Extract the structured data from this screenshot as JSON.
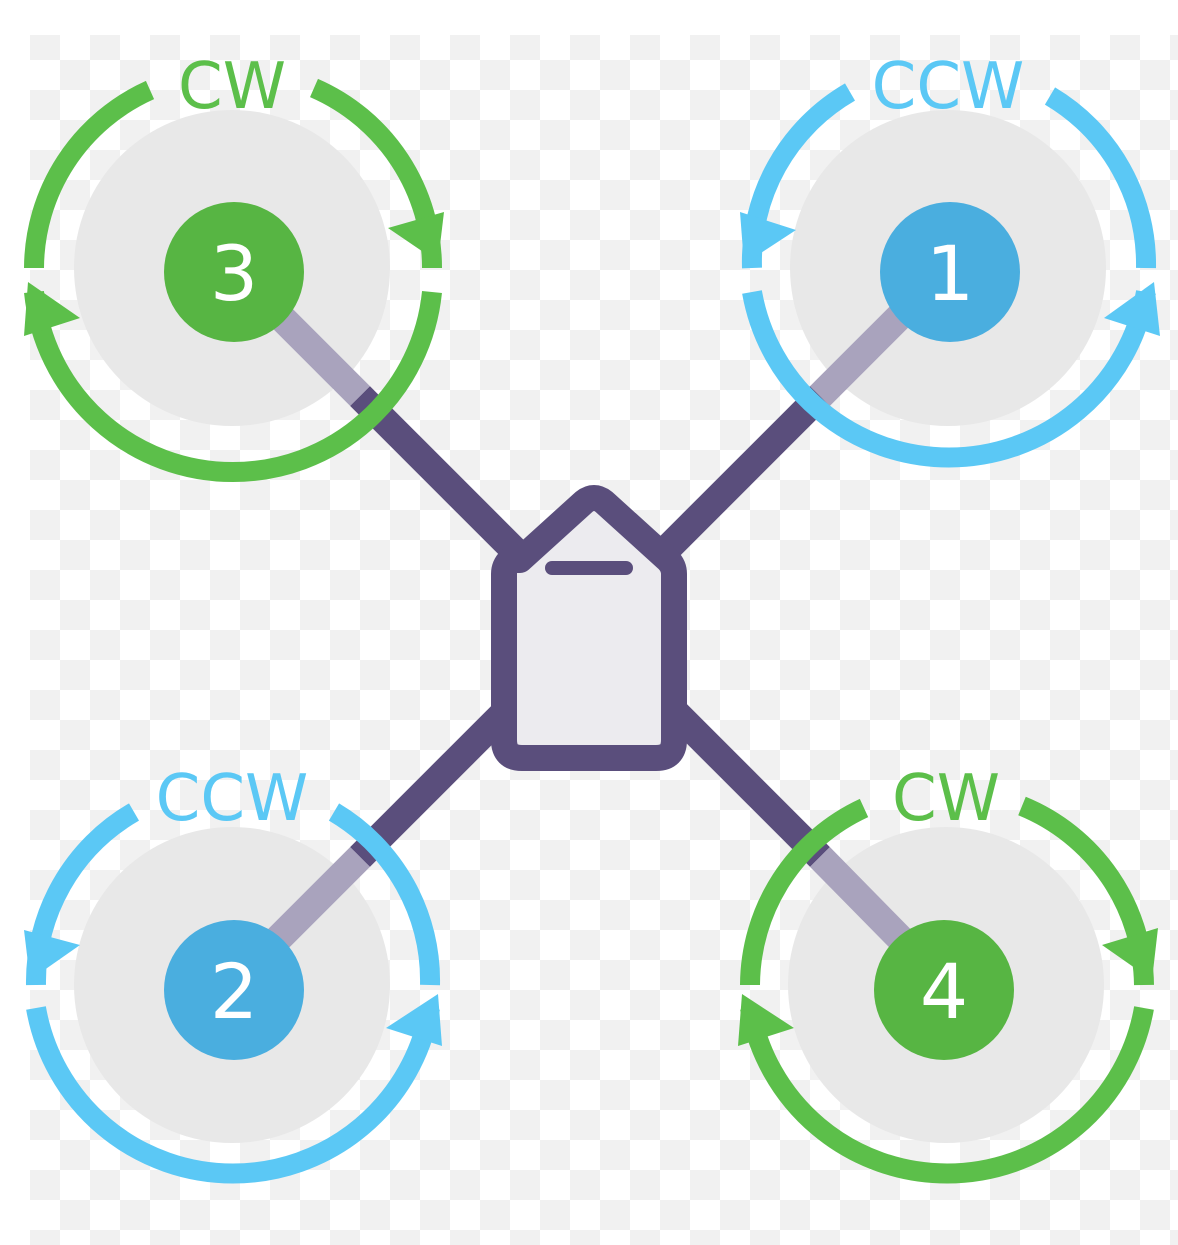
{
  "colors": {
    "background": "#ffffff",
    "checker": "#f1f1f1",
    "frame": "#5a4e7c",
    "arm_tip": "#a9a3bd",
    "body_fill": "#ecebef",
    "prop_disc": "#e8e8e8",
    "cw": "#5cbf4a",
    "cw_hub": "#57b543",
    "ccw": "#5bc8f5",
    "ccw_hub": "#4aaedf"
  },
  "motors": [
    {
      "id": "motor-3",
      "number": "3",
      "direction": "CW",
      "position": "front-left"
    },
    {
      "id": "motor-1",
      "number": "1",
      "direction": "CCW",
      "position": "front-right"
    },
    {
      "id": "motor-2",
      "number": "2",
      "direction": "CCW",
      "position": "rear-left"
    },
    {
      "id": "motor-4",
      "number": "4",
      "direction": "CW",
      "position": "rear-right"
    }
  ]
}
